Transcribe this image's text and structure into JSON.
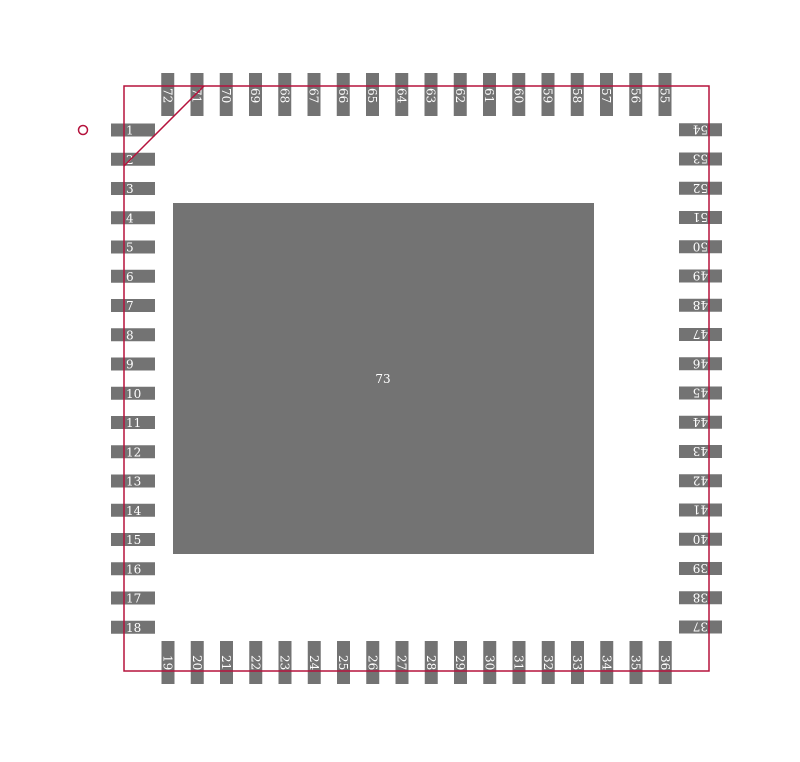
{
  "footprint": {
    "colors": {
      "pad": "#737373",
      "pad_text": "#ffffff",
      "outline": "#b5123c",
      "background": "#ffffff"
    },
    "left_pins": [
      "1",
      "2",
      "3",
      "4",
      "5",
      "6",
      "7",
      "8",
      "9",
      "10",
      "11",
      "12",
      "13",
      "14",
      "15",
      "16",
      "17",
      "18"
    ],
    "bottom_pins": [
      "19",
      "20",
      "21",
      "22",
      "23",
      "24",
      "25",
      "26",
      "27",
      "28",
      "29",
      "30",
      "31",
      "32",
      "33",
      "34",
      "35",
      "36"
    ],
    "right_pins": [
      "37",
      "38",
      "39",
      "40",
      "41",
      "42",
      "43",
      "44",
      "45",
      "46",
      "47",
      "48",
      "49",
      "50",
      "51",
      "52",
      "53",
      "54"
    ],
    "top_pins": [
      "55",
      "56",
      "57",
      "58",
      "59",
      "60",
      "61",
      "62",
      "63",
      "64",
      "65",
      "66",
      "67",
      "68",
      "69",
      "70",
      "71",
      "72"
    ],
    "thermal_pad_label": "73"
  }
}
